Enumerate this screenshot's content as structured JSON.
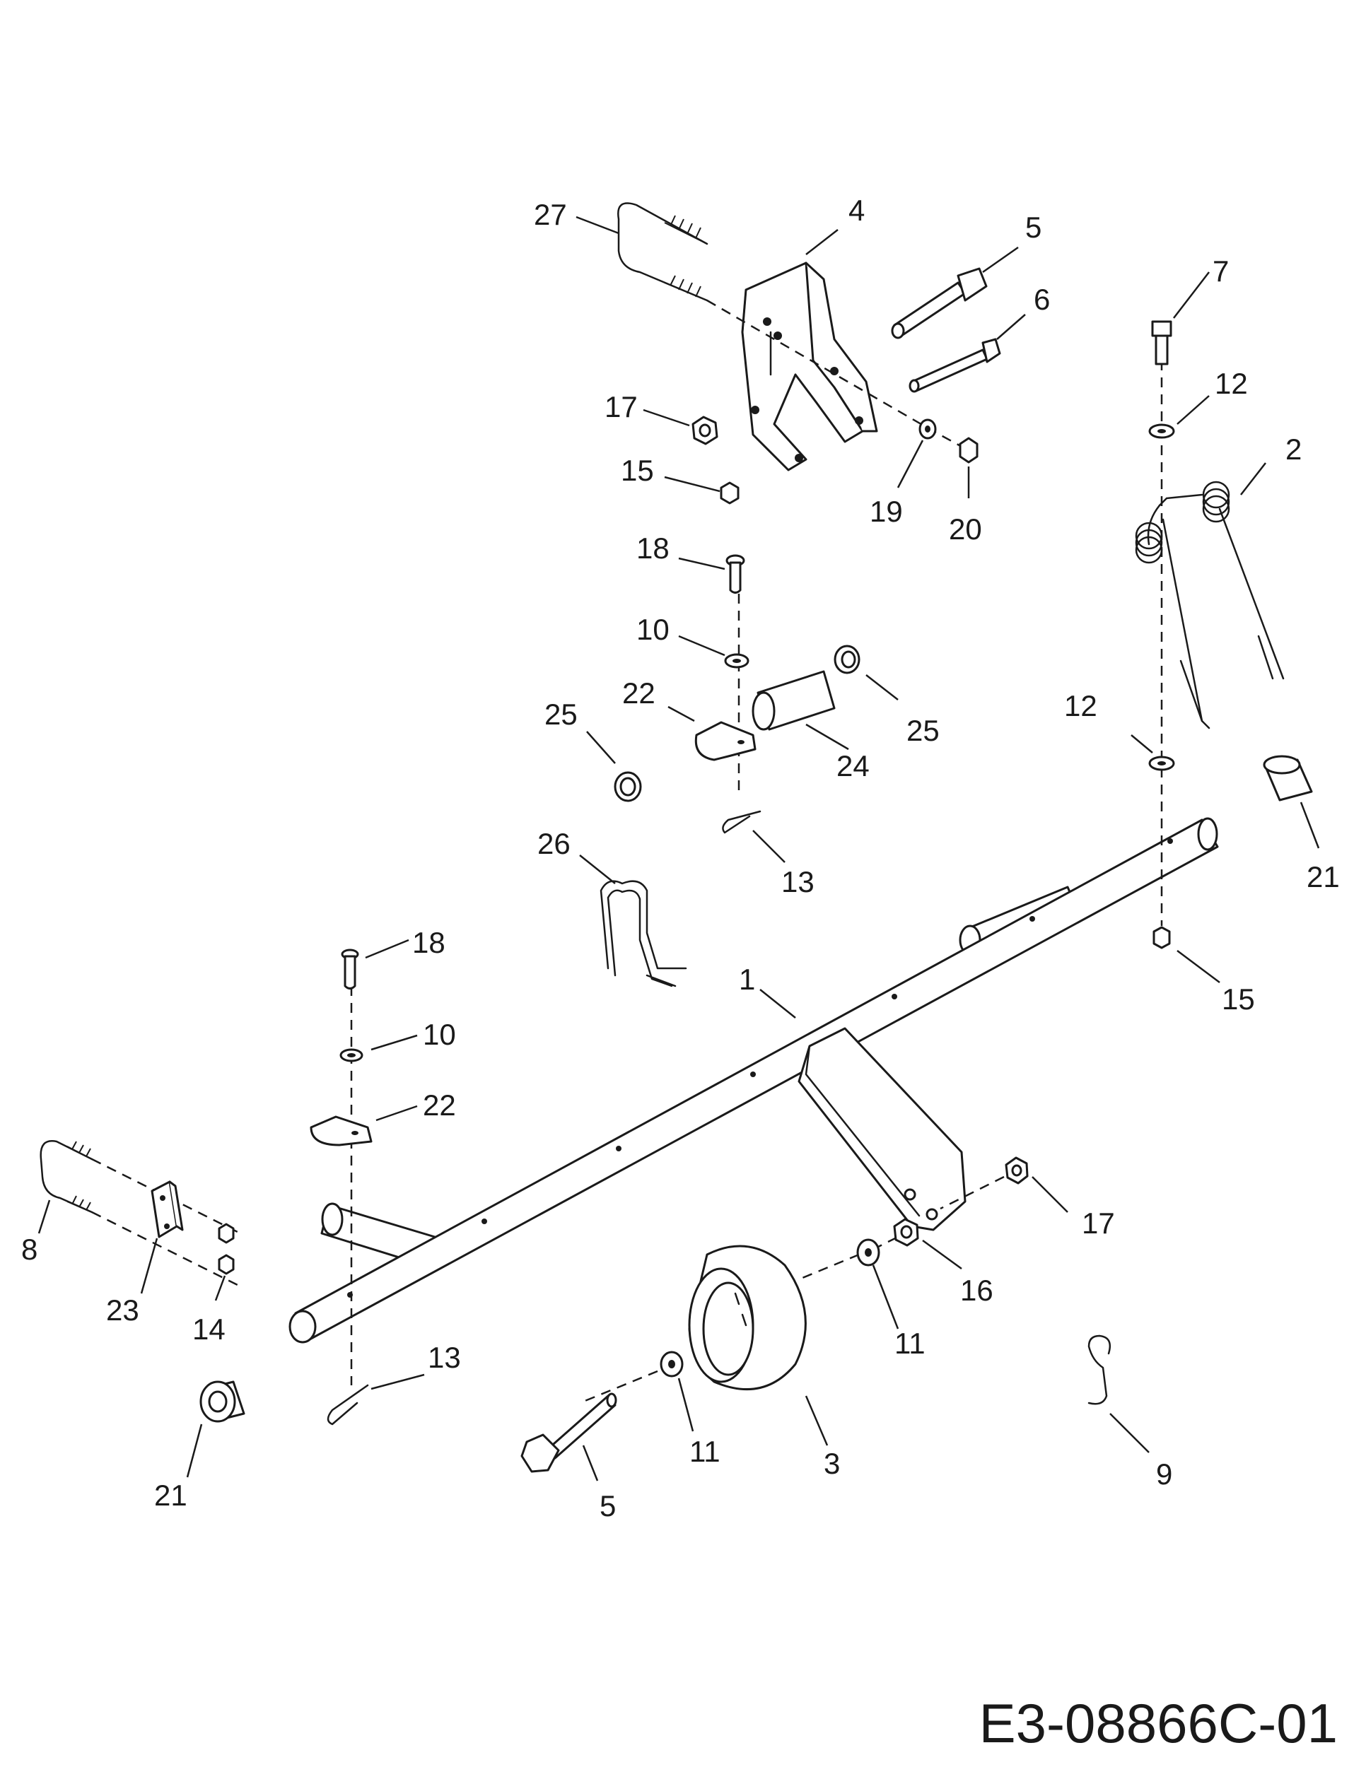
{
  "diagram": {
    "id": "E3-08866C-01",
    "callouts": [
      {
        "key": "c27",
        "label": "27"
      },
      {
        "key": "c4",
        "label": "4"
      },
      {
        "key": "c5a",
        "label": "5"
      },
      {
        "key": "c6",
        "label": "6"
      },
      {
        "key": "c7",
        "label": "7"
      },
      {
        "key": "c12a",
        "label": "12"
      },
      {
        "key": "c2",
        "label": "2"
      },
      {
        "key": "c17a",
        "label": "17"
      },
      {
        "key": "c15a",
        "label": "15"
      },
      {
        "key": "c19",
        "label": "19"
      },
      {
        "key": "c20",
        "label": "20"
      },
      {
        "key": "c18a",
        "label": "18"
      },
      {
        "key": "c10a",
        "label": "10"
      },
      {
        "key": "c22a",
        "label": "22"
      },
      {
        "key": "c25a",
        "label": "25"
      },
      {
        "key": "c25b",
        "label": "25"
      },
      {
        "key": "c24",
        "label": "24"
      },
      {
        "key": "c12b",
        "label": "12"
      },
      {
        "key": "c21a",
        "label": "21"
      },
      {
        "key": "c26",
        "label": "26"
      },
      {
        "key": "c13a",
        "label": "13"
      },
      {
        "key": "c15b",
        "label": "15"
      },
      {
        "key": "c18b",
        "label": "18"
      },
      {
        "key": "c1",
        "label": "1"
      },
      {
        "key": "c10b",
        "label": "10"
      },
      {
        "key": "c22b",
        "label": "22"
      },
      {
        "key": "c17b",
        "label": "17"
      },
      {
        "key": "c8",
        "label": "8"
      },
      {
        "key": "c16",
        "label": "16"
      },
      {
        "key": "c23",
        "label": "23"
      },
      {
        "key": "c14",
        "label": "14"
      },
      {
        "key": "c11a",
        "label": "11"
      },
      {
        "key": "c13b",
        "label": "13"
      },
      {
        "key": "c11b",
        "label": "11"
      },
      {
        "key": "c3",
        "label": "3"
      },
      {
        "key": "c9",
        "label": "9"
      },
      {
        "key": "c21b",
        "label": "21"
      },
      {
        "key": "c5b",
        "label": "5"
      }
    ]
  }
}
